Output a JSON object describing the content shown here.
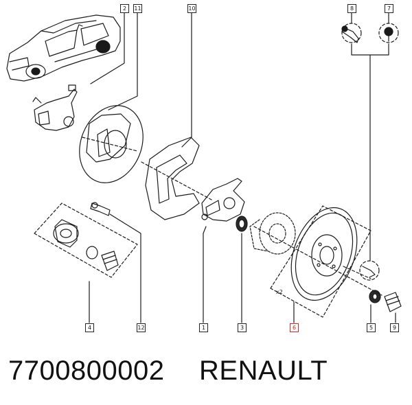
{
  "caption": {
    "part_number": "7700800002",
    "brand": "RENAULT"
  },
  "callouts": {
    "c2": "2",
    "c11": "11",
    "c10": "10",
    "c8": "8",
    "c7": "7",
    "c4": "4",
    "c12": "12",
    "c1": "1",
    "c3": "3",
    "c6": "6",
    "c5": "5",
    "c9": "9"
  },
  "qty_label": "x2",
  "highlight_color": "#e2231a"
}
